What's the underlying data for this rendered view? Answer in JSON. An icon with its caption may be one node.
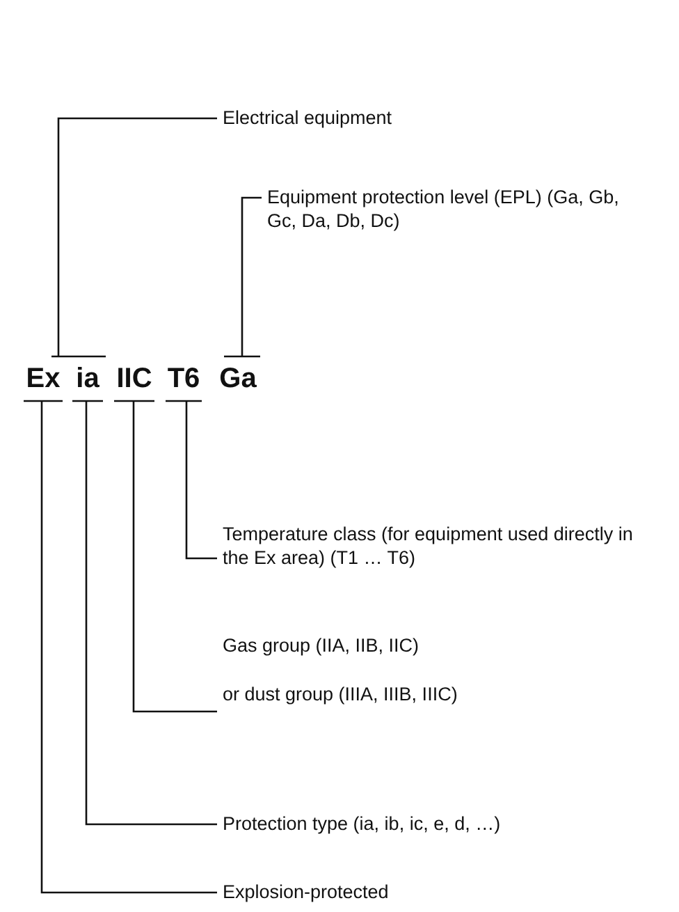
{
  "diagram": {
    "nodes": [
      {
        "text": [
          "Ex"
        ]
      },
      {
        "text": [
          "ia"
        ]
      },
      {
        "text": [
          "IIC"
        ]
      },
      {
        "text": [
          "T6"
        ]
      },
      {
        "text": [
          "Ga"
        ]
      },
      {
        "text": [
          "Electrical equipment"
        ]
      },
      {
        "text": [
          "Equipment protection level (EPL) (Ga, Gb, Gc, Da, Db, Dc)"
        ]
      },
      {
        "text": [
          "Temperature class (for equipment used directly in the Ex area) (T1 … T6)"
        ]
      },
      {
        "text": [
          "Gas group (IIA, IIB, IIC)",
          "or dust group (IIIA, IIIB, IIIC)"
        ]
      },
      {
        "text": [
          "Protection type (ia, ib, ic, e, d, …)"
        ]
      },
      {
        "text": [
          "Explosion-protected"
        ]
      }
    ],
    "edges": [
      {
        "from": 5,
        "to": 0,
        "arrow": "none"
      },
      {
        "from": 6,
        "to": 4,
        "arrow": "none"
      },
      {
        "from": 7,
        "to": 3,
        "arrow": "none"
      },
      {
        "from": 8,
        "to": 2,
        "arrow": "none"
      },
      {
        "from": 9,
        "to": 1,
        "arrow": "none"
      },
      {
        "from": 10,
        "to": 0,
        "arrow": "none"
      }
    ]
  }
}
